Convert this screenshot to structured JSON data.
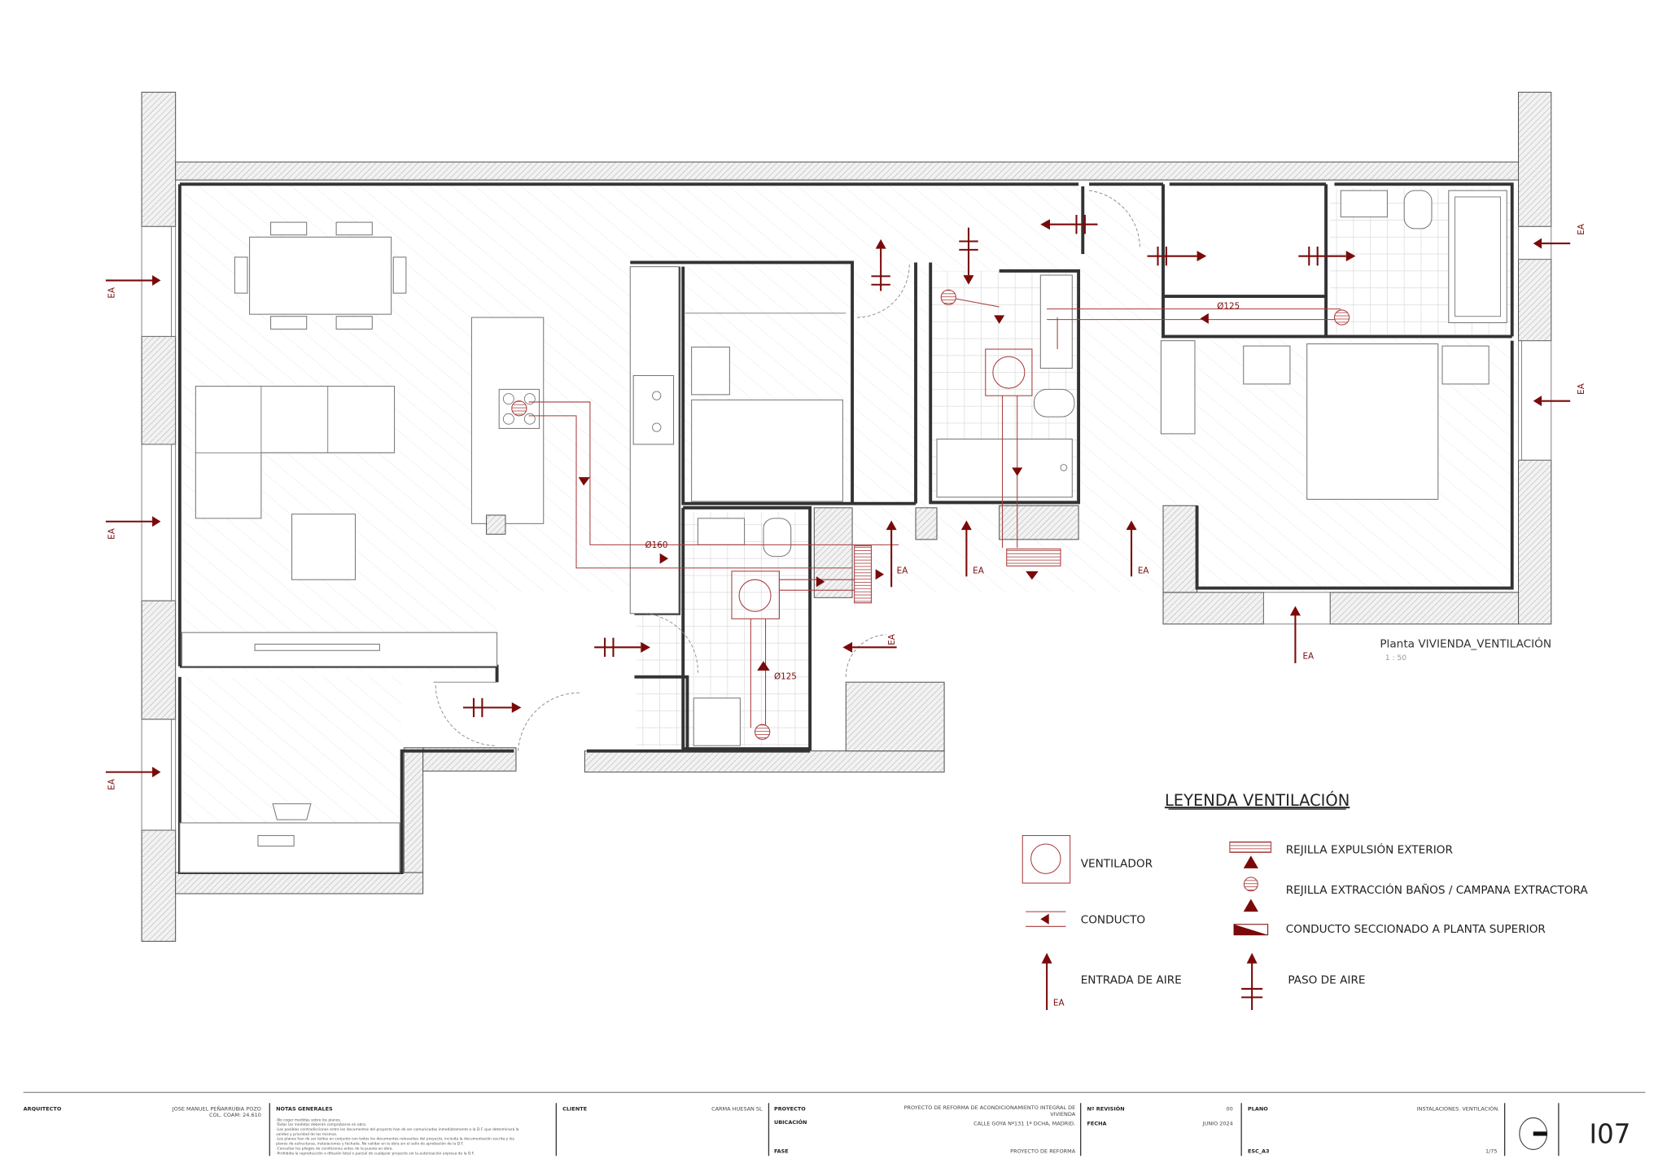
{
  "plan": {
    "title": "Planta VIVIENDA_VENTILACIÓN",
    "scale": "1 : 50",
    "air_inlet_label": "EA",
    "duct_labels": [
      "Ø160",
      "Ø125",
      "Ø125"
    ]
  },
  "legend": {
    "title": "LEYENDA VENTILACIÓN",
    "items": [
      {
        "icon": "fan-icon",
        "label": "VENTILADOR"
      },
      {
        "icon": "duct-icon",
        "label": "CONDUCTO"
      },
      {
        "icon": "air-inlet-icon",
        "label": "ENTRADA DE AIRE",
        "tag": "EA"
      },
      {
        "icon": "exterior-exhaust-grille-icon",
        "label": "REJILLA EXPULSIÓN EXTERIOR"
      },
      {
        "icon": "bathroom-extract-grille-icon",
        "label": "REJILLA EXTRACCIÓN BAÑOS / CAMPANA EXTRACTORA"
      },
      {
        "icon": "sectioned-duct-icon",
        "label": "CONDUCTO SECCIONADO A PLANTA SUPERIOR"
      },
      {
        "icon": "air-passage-icon",
        "label": "PASO DE AIRE"
      }
    ]
  },
  "title_block": {
    "architect_label": "ARQUITECTO",
    "architect_name": "JOSE MANUEL PEÑARRUBIA POZO",
    "architect_reg": "COL. COAM: 24.610",
    "notes_label": "NOTAS GENERALES",
    "notes": [
      "-No coger medidas sobre los planos.",
      "-Todas las medidas deberán comprobarse en obra.",
      "-Las posibles contradicciones entre los documentos del proyecto han de ser comunicadas inmediatamente a la D.F. que determinará la",
      "validez y prioridad de las mismas.",
      "-Los planos han de ser leídos en conjunto con todos los documentos relevantes del proyecto, incluida la documentación escrita y los",
      "planos de estructuras, instalaciones y fachada. No validar en la obra sin el sello de aprobación de la D.F.",
      "-Consultar los pliegos de condiciones antes de la puesta en obra.",
      "-Prohibida la reproducción o difusión total o parcial de cualquier proyecto sin la autorización expresa de la D.F."
    ],
    "client_label": "CLIENTE",
    "client": "CARMA HUESAN SL",
    "project_label": "PROYECTO",
    "project_line1": "PROYECTO DE REFORMA DE ACONDICIONAMIENTO INTEGRAL DE",
    "project_line2": "VIVIENDA",
    "location_label": "UBICACIÓN",
    "location": "CALLE GOYA Nº131 1º DCHA, MADRID.",
    "phase_label": "FASE",
    "phase": "PROYECTO DE REFORMA",
    "revision_label": "Nº REVISIÓN",
    "revision": "00",
    "date_label": "FECHA",
    "date": "JUNIO 2024",
    "sheet_label": "PLANO",
    "sheet": "INSTALACIONES. VENTILACIÓN.",
    "format_label": "ESC_A3",
    "format_scale": "1/75",
    "sheet_number": "I07"
  },
  "colors": {
    "accent": "#7a0a0a",
    "walls": "#555555"
  }
}
